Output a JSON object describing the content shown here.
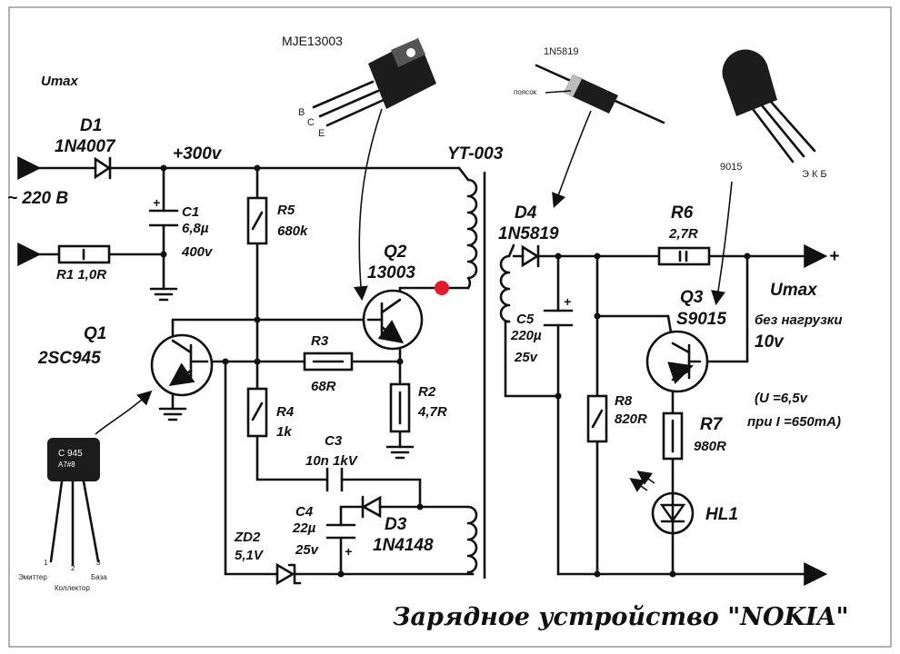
{
  "top_label": "Umax",
  "title": "Зарядное устройство \"NOKIA\"",
  "input": {
    "label": "~ 220 В"
  },
  "rail": {
    "label": "+300v"
  },
  "transformer": {
    "label": "YT-003"
  },
  "D1": {
    "name": "D1",
    "part": "1N4007"
  },
  "C1": {
    "name": "C1",
    "cap": "6,8µ",
    "volt": "400v"
  },
  "R1": {
    "label": "R1 1,0R"
  },
  "R5": {
    "name": "R5",
    "value": "680k"
  },
  "Q2": {
    "name": "Q2",
    "part": "13003"
  },
  "Q1": {
    "name": "Q1",
    "part": "2SC945"
  },
  "R3": {
    "name": "R3",
    "value": "68R"
  },
  "R2": {
    "name": "R2",
    "value": "4,7R"
  },
  "R4": {
    "name": "R4",
    "value": "1k"
  },
  "C3": {
    "name": "C3",
    "value": "10n 1kV"
  },
  "C4": {
    "name": "C4",
    "cap": "22µ",
    "volt": "25v"
  },
  "D3": {
    "name": "D3",
    "part": "1N4148"
  },
  "ZD2": {
    "name": "ZD2",
    "value": "5,1V"
  },
  "D4": {
    "name": "D4",
    "part": "1N5819"
  },
  "C5": {
    "name": "C5",
    "cap": "220µ",
    "volt": "25v"
  },
  "R6": {
    "name": "R6",
    "value": "2,7R"
  },
  "Q3": {
    "name": "Q3",
    "part": "S9015"
  },
  "R8": {
    "name": "R8",
    "value": "820R"
  },
  "R7": {
    "name": "R7",
    "value": "980R"
  },
  "HL1": {
    "name": "HL1"
  },
  "output": {
    "plus": "+",
    "umax": "Umax",
    "no_load": "без нагрузки",
    "no_load_v": "10v",
    "load_v": "(U =6,5v",
    "load_i": "при I =650mA)"
  },
  "pkg_mje": {
    "name": "MJE13003",
    "b": "B",
    "c": "C",
    "e": "E"
  },
  "pkg_1n5819": {
    "name": "1N5819",
    "mark": "поясок"
  },
  "pkg_9015": {
    "name": "9015",
    "pins": "Э К Б"
  },
  "pkg_c945": {
    "marking1": "C 945",
    "marking2": "A7#8",
    "p1": "1",
    "p2": "2",
    "p3": "3",
    "emitter": "Эмиттер",
    "base": "База",
    "collector": "Коллектор"
  },
  "colors": {
    "ink": "#111111",
    "marker": "#e8192c",
    "package": "#1c1c1c"
  }
}
